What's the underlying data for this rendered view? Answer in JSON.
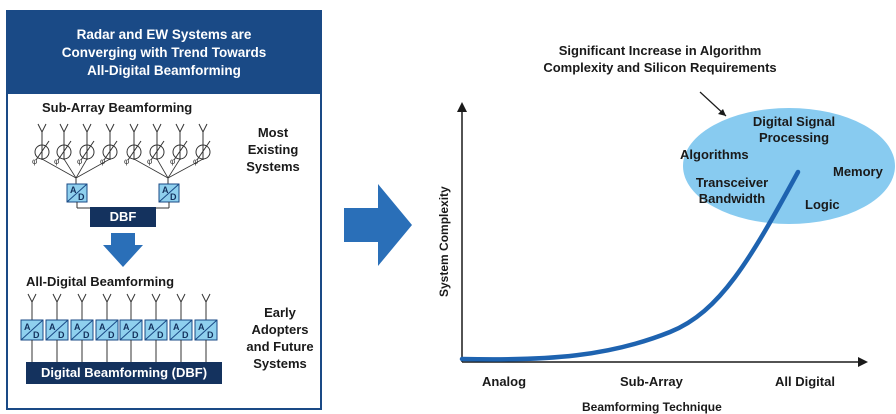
{
  "panel": {
    "header_lines": [
      "Radar and EW Systems are",
      "Converging with Trend Towards",
      "All-Digital Beamforming"
    ],
    "sub_array_title": "Sub-Array Beamforming",
    "sub_array_side": [
      "Most",
      "Existing",
      "Systems"
    ],
    "sub_array_dbf": "DBF",
    "all_digital_title": "All-Digital Beamforming",
    "all_digital_side": [
      "Early",
      "Adopters",
      "and Future",
      "Systems"
    ],
    "all_digital_dbf": "Digital Beamforming (DBF)",
    "adc_top": "A",
    "adc_bottom": "D",
    "phase_symbol": "φ"
  },
  "chart": {
    "annotation_lines": [
      "Significant Increase in Algorithm",
      "Complexity and Silicon Requirements"
    ],
    "ylabel": "System Complexity",
    "xlabel": "Beamforming Technique",
    "xticks": [
      "Analog",
      "Sub-Array",
      "All Digital"
    ],
    "bubble_items": {
      "dsp": [
        "Digital Signal",
        "Processing"
      ],
      "algorithms": "Algorithms",
      "transceiver": [
        "Transceiver",
        "Bandwidth"
      ],
      "memory": "Memory",
      "logic": "Logic"
    }
  },
  "colors": {
    "navy": "#1a4a86",
    "dark_navy": "#14325e",
    "arrow_blue": "#2a6fb8",
    "curve_blue": "#1e63b0",
    "bubble": "#88cbf0",
    "adc_fill": "#8fd0ee"
  }
}
